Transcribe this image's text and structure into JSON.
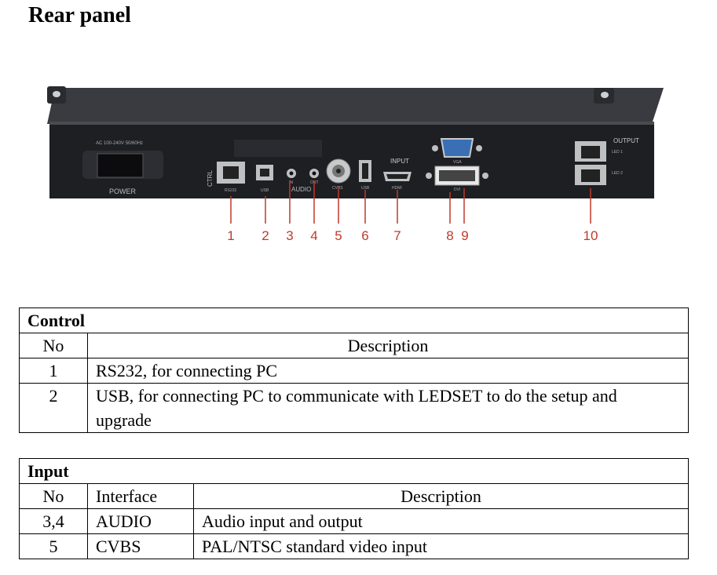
{
  "page": {
    "title": "Rear panel"
  },
  "panel": {
    "labels": {
      "ac": "AC 100-240V 50/60Hz",
      "power": "POWER",
      "ctrl": "CTRL",
      "rs232": "RS232",
      "usb1": "USB",
      "in": "IN",
      "out": "OUT",
      "audio": "AUDIO",
      "cvbs": "CVBS",
      "usb2": "USB",
      "input": "INPUT",
      "hdmi": "HDMI",
      "vga": "VGA",
      "dvi": "DVI",
      "output": "OUTPUT",
      "led1": "LED 1",
      "led2": "LED 2"
    },
    "callouts": [
      "1",
      "2",
      "3",
      "4",
      "5",
      "6",
      "7",
      "8",
      "9",
      "10"
    ]
  },
  "control_table": {
    "section": "Control",
    "headers": {
      "no": "No",
      "description": "Description"
    },
    "rows": [
      {
        "no": "1",
        "description": "RS232, for connecting PC"
      },
      {
        "no": "2",
        "description_line1": "USB, for connecting PC to communicate with LEDSET to do the setup and",
        "description_line2": "upgrade"
      }
    ]
  },
  "input_table": {
    "section": "Input",
    "headers": {
      "no": "No",
      "interface": "Interface",
      "description": "Description"
    },
    "rows": [
      {
        "no": "3,4",
        "interface": "AUDIO",
        "description": "Audio input and output"
      },
      {
        "no": "5",
        "interface": "CVBS",
        "description": "PAL/NTSC standard video input"
      }
    ]
  },
  "colors": {
    "callout": "#c0392b",
    "chassis": "#1e1f23"
  }
}
